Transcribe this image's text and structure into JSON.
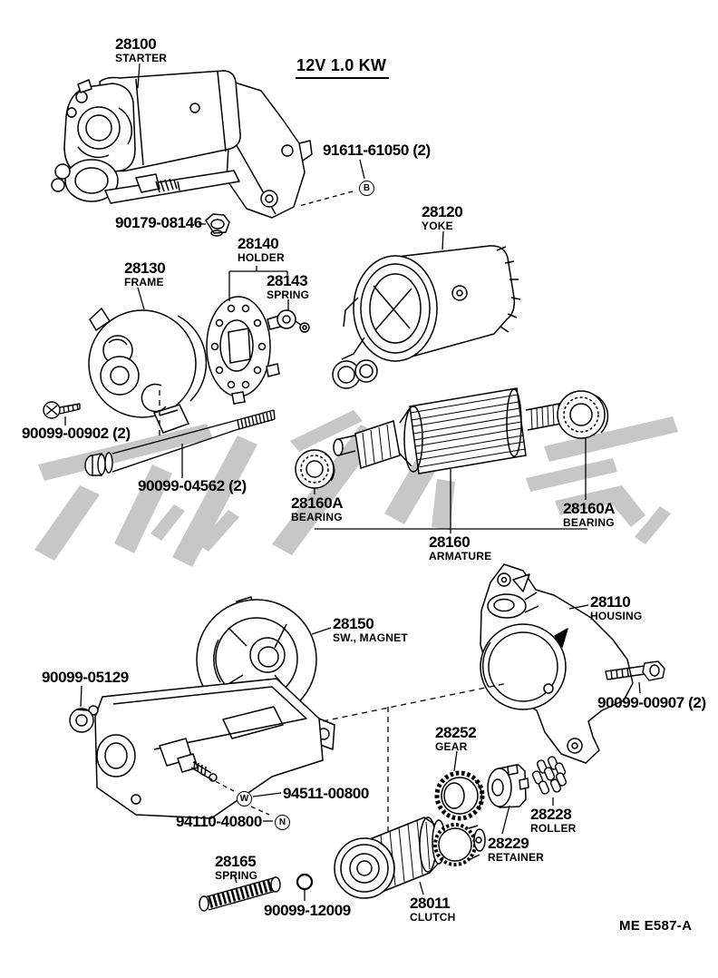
{
  "spec_label": "12V 1.0 KW",
  "figure_code": "ME E587-A",
  "callouts": {
    "b": "B",
    "w": "W",
    "n": "N"
  },
  "labels": [
    {
      "number": "28100",
      "name": "STARTER"
    },
    {
      "number": "91611-61050 (2)",
      "name": ""
    },
    {
      "number": "90179-08146",
      "name": ""
    },
    {
      "number": "28140",
      "name": "HOLDER"
    },
    {
      "number": "28130",
      "name": "FRAME"
    },
    {
      "number": "28143",
      "name": "SPRING"
    },
    {
      "number": "28120",
      "name": "YOKE"
    },
    {
      "number": "90099-00902 (2)",
      "name": ""
    },
    {
      "number": "90099-04562 (2)",
      "name": ""
    },
    {
      "number": "28160A",
      "name": "BEARING"
    },
    {
      "number": "28160",
      "name": "ARMATURE"
    },
    {
      "number": "28160A",
      "name": "BEARING"
    },
    {
      "number": "28110",
      "name": "HOUSING"
    },
    {
      "number": "90099-00907 (2)",
      "name": ""
    },
    {
      "number": "28150",
      "name": "SW., MAGNET"
    },
    {
      "number": "90099-05129",
      "name": ""
    },
    {
      "number": "94511-00800",
      "name": ""
    },
    {
      "number": "94110-40800",
      "name": ""
    },
    {
      "number": "28252",
      "name": "GEAR"
    },
    {
      "number": "28228",
      "name": "ROLLER"
    },
    {
      "number": "28229",
      "name": "RETAINER"
    },
    {
      "number": "28165",
      "name": "SPRING"
    },
    {
      "number": "90099-12009",
      "name": ""
    },
    {
      "number": "28011",
      "name": "CLUTCH"
    }
  ]
}
